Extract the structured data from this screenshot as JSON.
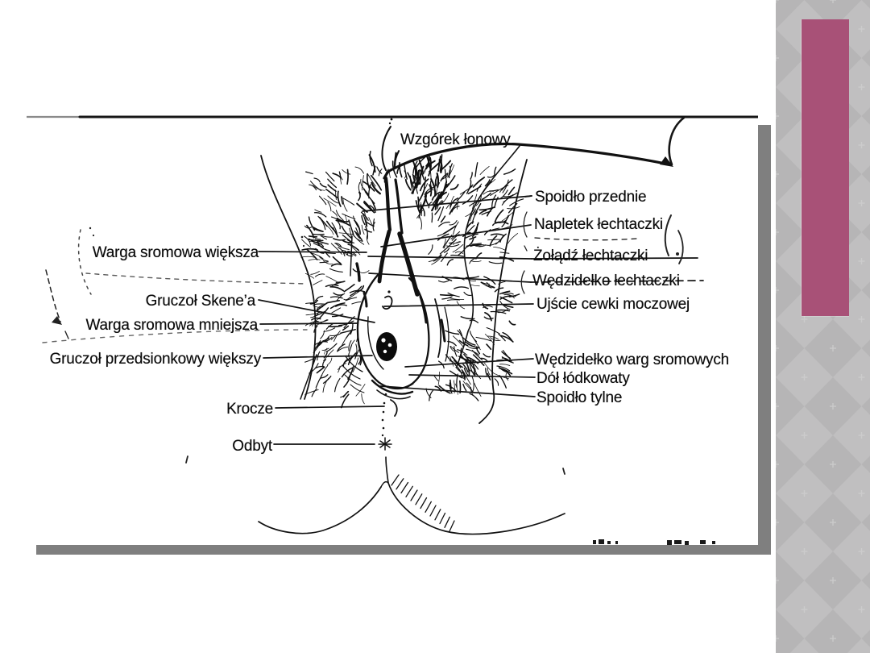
{
  "slide": {
    "background_color": "#ffffff",
    "decor": {
      "sidebar_base_color": "#b6b5b6",
      "sidebar_diamond_color": "#c0bfc0",
      "accent_bar_color": "#a85177",
      "picture_shadow_color": "#7f7f7f",
      "ink_color": "#111111"
    },
    "diagram": {
      "labels": {
        "wzgorek_lonowy": "Wzgórek łonowy",
        "spoidlo_przednie": "Spoidło przednie",
        "napletek_lechtaczki": "Napletek łechtaczki",
        "zoladz_lechtaczki": "Żołądź łechtaczki",
        "wedzidelko_lechtaczki": "Wędzidełko łechtaczki",
        "ujscie_cewki": "Ujście cewki moczowej",
        "warga_sromowa_wieksza": "Warga sromowa większa",
        "gruczol_skenea": "Gruczoł Skene’a",
        "warga_sromowa_mniejsza": "Warga sromowa mniejsza",
        "gruczol_przedsionkowy": "Gruczoł przedsionkowy większy",
        "wedzidelko_warg": "Wędzidełko warg sromowych",
        "dol_lodkowaty": "Dół łódkowaty",
        "spoidlo_tylne": "Spoidło tylne",
        "krocze": "Krocze",
        "odbyt": "Odbyt"
      }
    }
  }
}
